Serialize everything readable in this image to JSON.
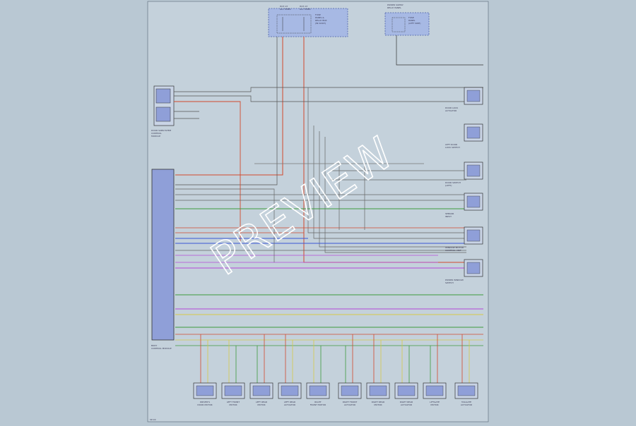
{
  "watermark": "PREVIEW",
  "page_footer": "SP-XX",
  "colors": {
    "background": "#b9c8d3",
    "sheet": "#c4d1db",
    "module": "#8f9fd8",
    "wire_red": "#d2492c",
    "wire_blue": "#3a56d6",
    "wire_green": "#3e9a3e",
    "wire_purple": "#b548d8",
    "wire_yellow": "#d6c94a"
  },
  "top_boxes": {
    "fuse_block": {
      "title": [
        "HOT AT",
        "ALL TIMES",
        "HOT AT",
        "ALL TIMES"
      ],
      "note": [
        "FUSE",
        "PANEL &",
        "RELAY BOX",
        "(IN DASH)"
      ]
    },
    "power_supply": {
      "title": [
        "POWER SUPPLY",
        "RELAY PANEL"
      ],
      "note": [
        "FUSE",
        "PANEL",
        "(LEFT SIDE)"
      ]
    }
  },
  "left_switch": {
    "caption": [
      "DOOR SUBSYSTEM",
      "CONTROL",
      "MODULE"
    ]
  },
  "main_module": {
    "caption": [
      "BODY",
      "CONTROL MODULE"
    ]
  },
  "right_components": [
    {
      "name": "DOOR LOCK",
      "sub": [
        "ACTUATOR"
      ]
    },
    {
      "name": "LEFT DOOR",
      "sub": [
        "LOCK SWITCH"
      ]
    },
    {
      "name": "DOOR SWITCH",
      "sub": [
        "(LEFT)"
      ]
    },
    {
      "name": "SENSOR",
      "sub": [
        "INPUT"
      ]
    },
    {
      "name": "WINDOW MOTOR",
      "sub": [
        "CONTROL UNIT"
      ]
    },
    {
      "name": "POWER WINDOW",
      "sub": [
        "SWITCH"
      ]
    }
  ],
  "bottom_components": [
    {
      "name": "DRIVER'S",
      "sub": [
        "DOOR MOTOR"
      ]
    },
    {
      "name": "LEFT FRONT",
      "sub": [
        "MOTOR"
      ]
    },
    {
      "name": "LEFT REAR",
      "sub": [
        "MOTOR"
      ]
    },
    {
      "name": "LEFT REAR",
      "sub": [
        "ACTUATOR"
      ]
    },
    {
      "name": "RIGHT",
      "sub": [
        "FRONT MOTOR"
      ]
    },
    {
      "name": "RIGHT FRONT",
      "sub": [
        "ACTUATOR"
      ]
    },
    {
      "name": "RIGHT REAR",
      "sub": [
        "MOTOR"
      ]
    },
    {
      "name": "RIGHT REAR",
      "sub": [
        "ACTUATOR"
      ]
    },
    {
      "name": "LIFTGATE",
      "sub": [
        "MOTOR"
      ]
    },
    {
      "name": "TAILGATE",
      "sub": [
        "ACTUATOR"
      ]
    }
  ]
}
